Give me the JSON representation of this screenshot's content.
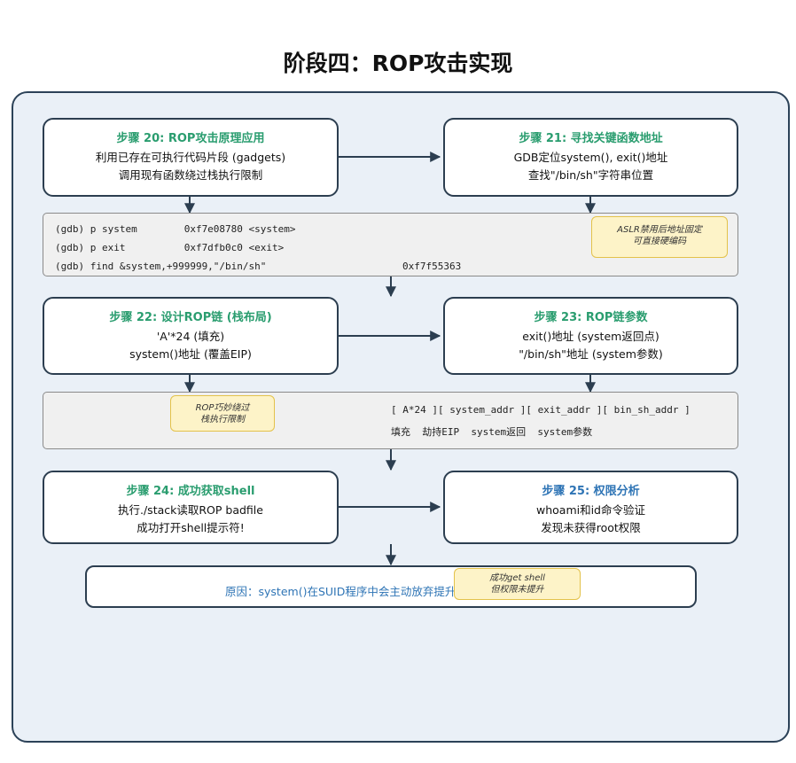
{
  "title": "阶段四：ROP攻击实现",
  "steps": [
    {
      "title": "步骤 20: ROP攻击原理应用",
      "lines": [
        "利用已存在可执行代码片段 (gadgets)",
        "调用现有函数绕过栈执行限制"
      ]
    },
    {
      "title": "步骤 21: 寻找关键函数地址",
      "lines": [
        "GDB定位system(), exit()地址",
        "查找\"/bin/sh\"字符串位置"
      ]
    },
    {
      "title": "步骤 22: 设计ROP链 (栈布局)",
      "lines": [
        "'A'*24 (填充)",
        "system()地址 (覆盖EIP)"
      ]
    },
    {
      "title": "步骤 23: ROP链参数",
      "lines": [
        "exit()地址 (system返回点)",
        "\"/bin/sh\"地址 (system参数)"
      ]
    },
    {
      "title": "步骤 24: 成功获取shell",
      "lines": [
        "执行./stack读取ROP badfile",
        "成功打开shell提示符!"
      ]
    },
    {
      "title": "步骤 25: 权限分析",
      "lines": [
        "whoami和id命令验证",
        "发现未获得root权限"
      ]
    }
  ],
  "gdb": {
    "line1": "(gdb) p system        0xf7e08780 <system>",
    "line2": "(gdb) p exit          0xf7dfb0c0 <exit>",
    "line3": "(gdb) find &system,+999999,\"/bin/sh\"",
    "line3_value": "0xf7f55363"
  },
  "rop_layout": {
    "line1": "[ A*24 ][ system_addr ][ exit_addr ][ bin_sh_addr ]",
    "line2": "填充  劫持EIP  system返回  system参数"
  },
  "notes": {
    "aslr": [
      "ASLR禁用后地址固定",
      "可直接硬编码"
    ],
    "rop": [
      "ROP巧妙绕过",
      "栈执行限制"
    ],
    "shell": [
      "成功get shell",
      "但权限未提升"
    ]
  },
  "reason": "原因：system()在SUID程序中会主动放弃提升的权限",
  "colors": {
    "step_title_green": "#2a9d6f",
    "step_title_blue": "#2e74b5",
    "border": "#2c3e50",
    "note_bg": "#fdf3c8"
  }
}
